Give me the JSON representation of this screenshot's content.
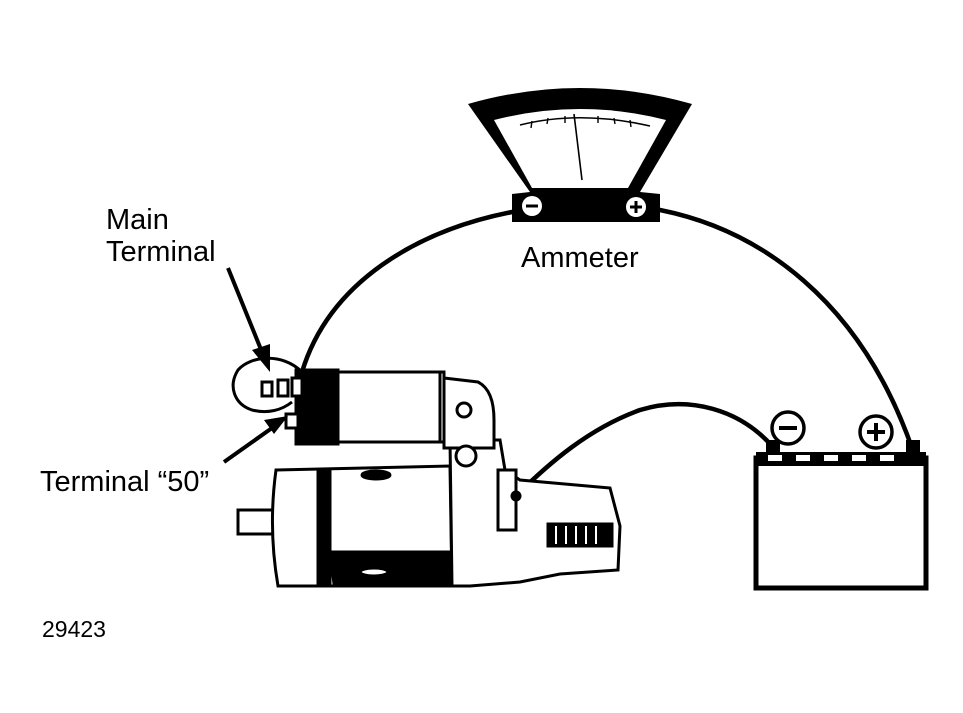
{
  "labels": {
    "main_terminal_line1": "Main",
    "main_terminal_line2": "Terminal",
    "ammeter": "Ammeter",
    "terminal_50": "Terminal “50”",
    "figure_number": "29423"
  },
  "ammeter": {
    "negative_symbol": "⊖",
    "positive_symbol": "⊕"
  },
  "battery": {
    "negative_symbol": "⊖",
    "positive_symbol": "⊕"
  },
  "colors": {
    "ink": "#000000",
    "paper": "#ffffff"
  }
}
